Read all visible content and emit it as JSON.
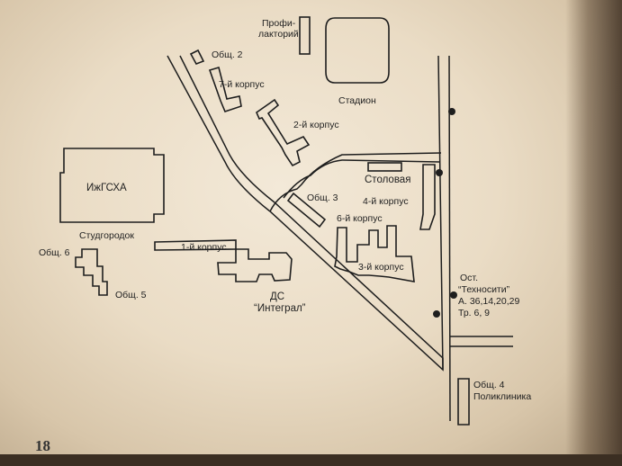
{
  "page_number": "18",
  "labels": {
    "profilaktoriy": [
      "Профи-",
      "лакторий"
    ],
    "obshch2": "Общ. 2",
    "korpus7": "7-й корпус",
    "stadion": "Стадион",
    "korpus2": "2-й корпус",
    "izhgsha": "ИжГСХА",
    "stolovaya": "Столовая",
    "obshch3": "Общ. 3",
    "korpus4": "4-й корпус",
    "korpus6": "6-й корпус",
    "studgorodok": "Студгородок",
    "obshch6": "Общ. 6",
    "korpus1": "1-й корпус",
    "korpus3": "3-й корпус",
    "obshch5": "Общ. 5",
    "ds": "ДС",
    "integral": "“Интеграл”",
    "stop": [
      "Ост.",
      "“Техносити”",
      "А. 36,14,20,29",
      "Тр. 6, 9"
    ],
    "obshch4": "Общ. 4",
    "poliklinika": "Поликлиника"
  },
  "colors": {
    "paper": "#eadcc5",
    "ink": "#1e1e1e"
  }
}
